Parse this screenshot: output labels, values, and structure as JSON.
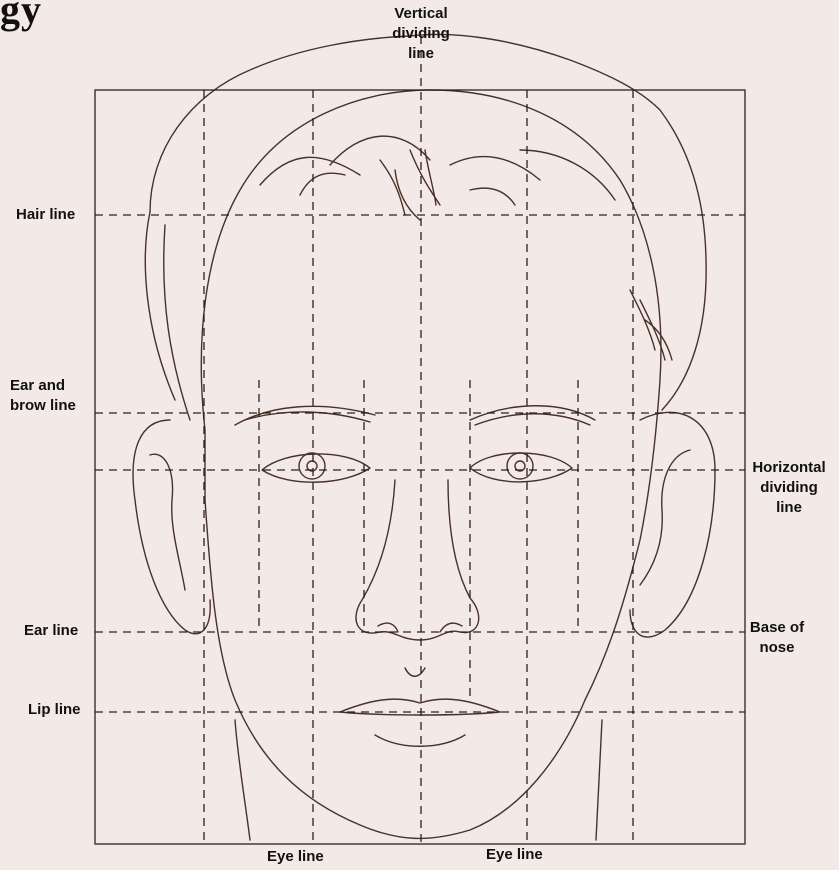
{
  "colors": {
    "paper": "#f3e9e6",
    "ink": "#4a3128",
    "grid": "#2b211c",
    "label": "#111111"
  },
  "title_fragment": "gy",
  "labels": {
    "vertical_dividing": "Vertical\ndividing\nline",
    "hair_line": "Hair line",
    "ear_brow_line": "Ear and\nbrow line",
    "horizontal_dividing": "Horizontal\ndividing\nline",
    "ear_line": "Ear line",
    "base_of_nose": "Base of\nnose",
    "lip_line": "Lip line",
    "eye_line_left": "Eye line",
    "eye_line_right": "Eye line"
  }
}
